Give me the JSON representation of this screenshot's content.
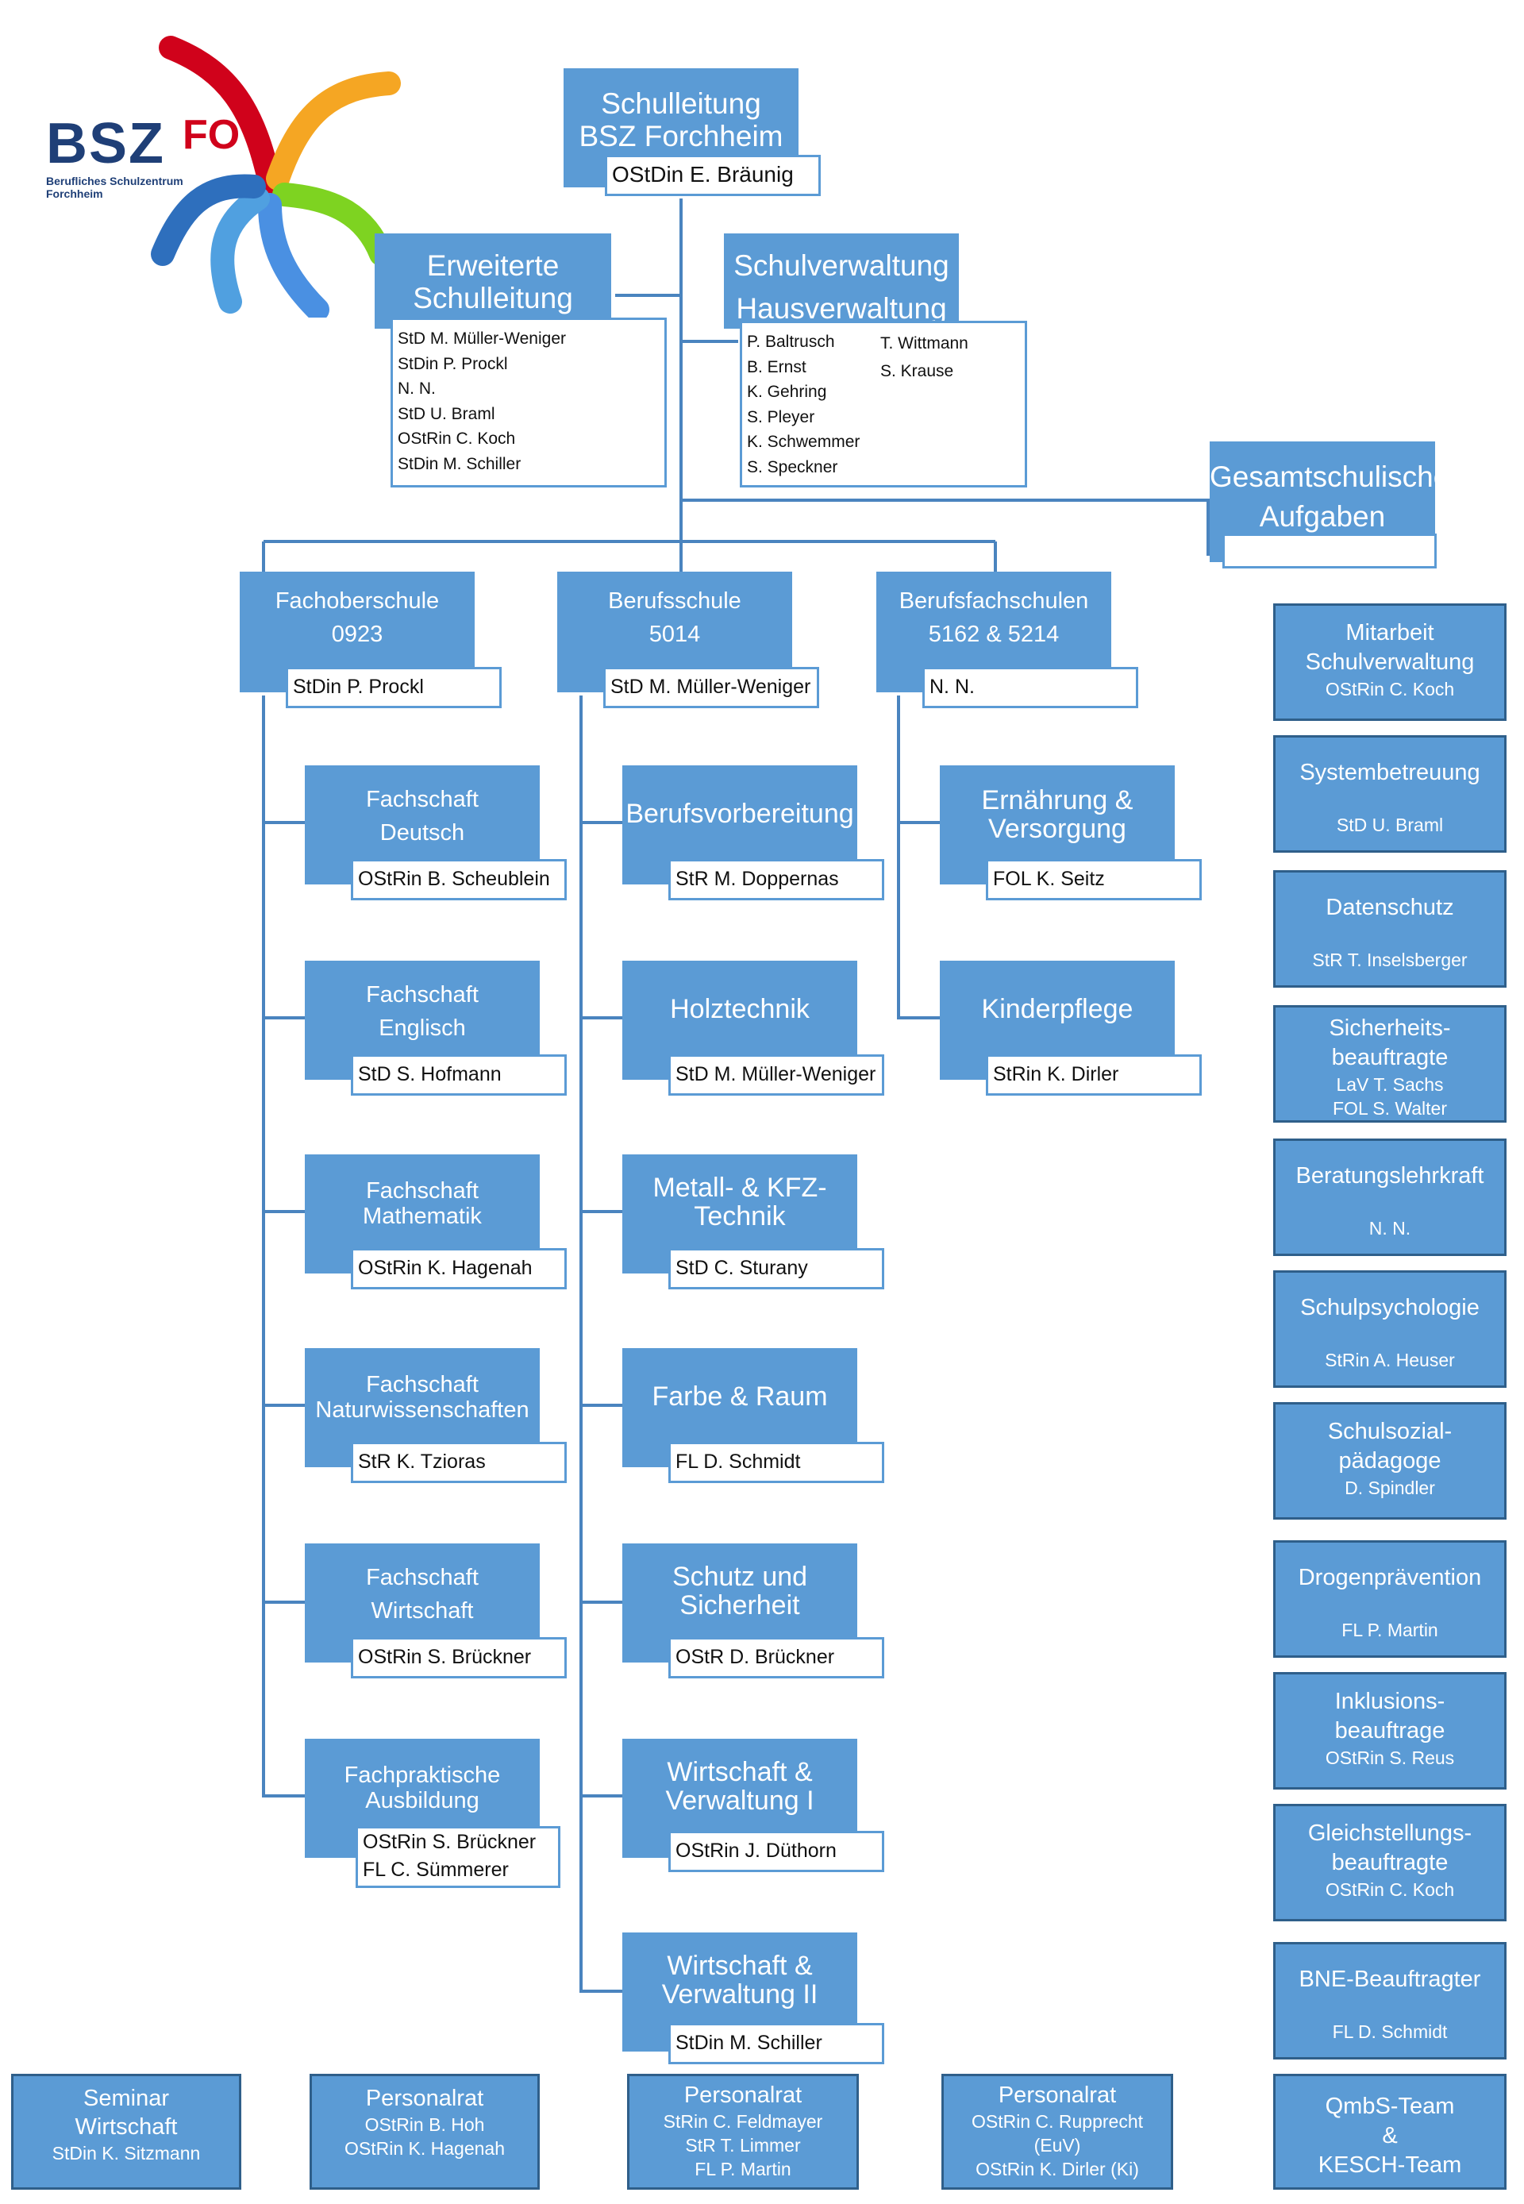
{
  "colors": {
    "box": "#5b9bd5",
    "box_border": "#2f5f8a",
    "line": "#4a84bf"
  },
  "logo": {
    "bsz": "BSZ",
    "fo": "FO",
    "sub1": "Berufliches Schulzentrum",
    "sub2": "Forchheim"
  },
  "leitung": {
    "title1": "Schulleitung",
    "title2": "BSZ Forchheim",
    "name": "OStDin E. Bräunig"
  },
  "erweitert": {
    "title1": "Erweiterte",
    "title2": "Schulleitung",
    "members": [
      "StD M. Müller-Weniger",
      "StDin P. Prockl",
      "N. N.",
      "StD U. Braml",
      "OStRin C. Koch",
      "StDin M. Schiller"
    ]
  },
  "verwaltung": {
    "title1": "Schulverwaltung",
    "title2": "Hausverwaltung",
    "col1": [
      "P. Baltrusch",
      "B. Ernst",
      "K. Gehring",
      "S. Pleyer",
      "K. Schwemmer",
      "S. Speckner"
    ],
    "col2": [
      "T. Wittmann",
      "S. Krause"
    ]
  },
  "gesamt": {
    "title1": "Gesamtschulische",
    "title2": "Aufgaben"
  },
  "schools": [
    {
      "title1": "Fachoberschule",
      "title2": "0923",
      "name": "StDin P. Prockl"
    },
    {
      "title1": "Berufsschule",
      "title2": "5014",
      "name": "StD M. Müller-Weniger"
    },
    {
      "title1": "Berufsfachschulen",
      "title2": "5162 & 5214",
      "name": "N. N."
    }
  ],
  "fachschaften": [
    {
      "l1": "Fachschaft",
      "l2": "Deutsch",
      "names": [
        "OStRin B. Scheublein"
      ]
    },
    {
      "l1": "Fachschaft",
      "l2": "Englisch",
      "names": [
        "StD S. Hofmann"
      ]
    },
    {
      "l1": "Fachschaft",
      "l2": "Mathematik",
      "names": [
        "OStRin K. Hagenah"
      ]
    },
    {
      "l1": "Fachschaft",
      "l2": "Naturwissenschaften",
      "names": [
        "StR K. Tzioras"
      ]
    },
    {
      "l1": "Fachschaft",
      "l2": "Wirtschaft",
      "names": [
        "OStRin S. Brückner"
      ]
    },
    {
      "l1": "Fachpraktische",
      "l2": "Ausbildung",
      "names": [
        "OStRin S. Brückner",
        "FL C. Sümmerer"
      ]
    }
  ],
  "berufsschule": [
    {
      "l1": "Berufsvorbereitung",
      "l2": "",
      "names": [
        "StR M. Doppernas"
      ]
    },
    {
      "l1": "Holztechnik",
      "l2": "",
      "names": [
        "StD M. Müller-Weniger"
      ]
    },
    {
      "l1": "Metall- & KFZ-",
      "l2": "Technik",
      "names": [
        "StD C. Sturany"
      ]
    },
    {
      "l1": "Farbe & Raum",
      "l2": "",
      "names": [
        "FL D. Schmidt"
      ]
    },
    {
      "l1": "Schutz und",
      "l2": "Sicherheit",
      "names": [
        "OStR D. Brückner"
      ]
    },
    {
      "l1": "Wirtschaft &",
      "l2": "Verwaltung I",
      "names": [
        "OStRin J. Düthorn"
      ]
    },
    {
      "l1": "Wirtschaft &",
      "l2": "Verwaltung II",
      "names": [
        "StDin M. Schiller"
      ]
    }
  ],
  "bfs": [
    {
      "l1": "Ernährung &",
      "l2": "Versorgung",
      "names": [
        "FOL K. Seitz"
      ]
    },
    {
      "l1": "Kinderpflege",
      "l2": "",
      "names": [
        "StRin K. Dirler"
      ]
    }
  ],
  "side": [
    {
      "title": [
        "Mitarbeit",
        "Schulverwaltung"
      ],
      "persons": [
        "OStRin C. Koch"
      ]
    },
    {
      "title": [
        "Systembetreuung"
      ],
      "persons": [
        "StD U. Braml"
      ]
    },
    {
      "title": [
        "Datenschutz"
      ],
      "persons": [
        "StR T. Inselsberger"
      ]
    },
    {
      "title": [
        "Sicherheits-",
        "beauftragte"
      ],
      "persons": [
        "LaV T. Sachs",
        "FOL S. Walter"
      ]
    },
    {
      "title": [
        "Beratungslehrkraft"
      ],
      "persons": [
        "N. N."
      ]
    },
    {
      "title": [
        "Schulpsychologie"
      ],
      "persons": [
        "StRin A. Heuser"
      ]
    },
    {
      "title": [
        "Schulsozial-",
        "pädagoge"
      ],
      "persons": [
        "D. Spindler"
      ]
    },
    {
      "title": [
        "Drogenprävention"
      ],
      "persons": [
        "FL P. Martin"
      ]
    },
    {
      "title": [
        "Inklusions-",
        "beauftrage"
      ],
      "persons": [
        "OStRin S. Reus"
      ]
    },
    {
      "title": [
        "Gleichstellungs-",
        "beauftragte"
      ],
      "persons": [
        "OStRin C. Koch"
      ]
    },
    {
      "title": [
        "BNE-Beauftragter"
      ],
      "persons": [
        "FL D. Schmidt"
      ]
    },
    {
      "title": [
        "QmbS-Team",
        "&",
        "KESCH-Team"
      ],
      "persons": []
    }
  ],
  "bottom": [
    {
      "title": [
        "Seminar",
        "Wirtschaft"
      ],
      "persons": [
        "StDin K. Sitzmann"
      ]
    },
    {
      "title": [
        "Personalrat"
      ],
      "persons": [
        "OStRin B. Hoh",
        "OStRin K. Hagenah"
      ]
    },
    {
      "title": [
        "Personalrat"
      ],
      "persons": [
        "StRin C. Feldmayer",
        "StR T. Limmer",
        "FL P. Martin"
      ]
    },
    {
      "title": [
        "Personalrat"
      ],
      "persons": [
        "OStRin C. Rupprecht",
        "(EuV)",
        "OStRin K. Dirler (Ki)"
      ]
    }
  ]
}
